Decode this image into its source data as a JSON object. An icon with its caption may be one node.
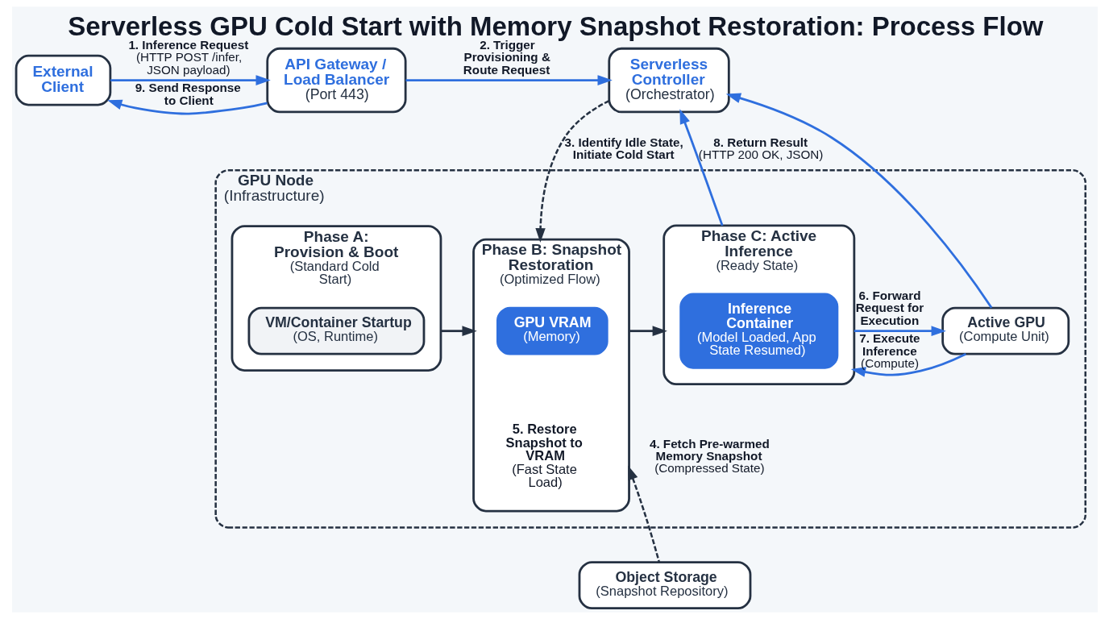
{
  "diagram": {
    "title": "Serverless GPU Cold Start with Memory Snapshot Restoration: Process Flow",
    "nodes": [
      {
        "text": [
          "External Client"
        ]
      },
      {
        "text": [
          "API Gateway / Load Balancer",
          "(Port 443)"
        ]
      },
      {
        "text": [
          "Serverless Controller",
          "(Orchestrator)"
        ]
      },
      {
        "text": [
          "GPU Node",
          "(Infrastructure)"
        ]
      },
      {
        "text": [
          "Phase A: Provision & Boot",
          "(Standard Cold Start)"
        ],
        "in": 3
      },
      {
        "text": [
          "VM/Container Startup",
          "(OS, Runtime)"
        ],
        "in": 4
      },
      {
        "text": [
          "Phase B: Snapshot Restoration",
          "(Optimized Flow)"
        ],
        "in": 3
      },
      {
        "text": [
          "GPU VRAM",
          "(Memory)"
        ],
        "in": 6,
        "beside": [
          "5. Restore Snapshot to VRAM",
          "(Fast State Load)"
        ]
      },
      {
        "text": [
          "Phase C: Active Inference",
          "(Ready State)"
        ],
        "in": 3
      },
      {
        "text": [
          "Inference Container",
          "(Model Loaded, App State Resumed)"
        ],
        "in": 8
      },
      {
        "text": [
          "Active GPU",
          "(Compute Unit)"
        ],
        "in": 3
      },
      {
        "text": [
          "Object Storage",
          "(Snapshot Repository)"
        ]
      }
    ],
    "edges": [
      {
        "from": 0,
        "to": 1,
        "arrow": "to",
        "label": "1. Inference Request (HTTP POST /infer, JSON payload)"
      },
      {
        "from": 1,
        "to": 2,
        "arrow": "to",
        "label": "2. Trigger Provisioning & Route Request"
      },
      {
        "from": 2,
        "to": 6,
        "arrow": "to",
        "label": "3. Identify Idle State, Initiate Cold Start",
        "style": "dashed",
        "color": "#253142"
      },
      {
        "from": 11,
        "to": 6,
        "arrow": "to",
        "label": "4. Fetch Pre-warmed Memory Snapshot (Compressed State)",
        "style": "dashed",
        "color": "#253142"
      },
      {
        "from": 4,
        "to": 6,
        "arrow": "to",
        "color": "#253142"
      },
      {
        "from": 6,
        "to": 8,
        "arrow": "to",
        "color": "#253142"
      },
      {
        "from": 8,
        "to": 10,
        "arrow": "to",
        "label": "6. Forward Request for Execution"
      },
      {
        "from": 10,
        "to": 8,
        "arrow": "to",
        "label": "7. Execute Inference (Compute)"
      },
      {
        "from": 8,
        "to": 2,
        "arrow": "to",
        "label": "8. Return Result (HTTP 200 OK, JSON)"
      },
      {
        "from": 10,
        "to": 2,
        "arrow": "to"
      },
      {
        "from": 1,
        "to": 0,
        "arrow": "to",
        "label": "9. Send Response to Client"
      }
    ]
  }
}
